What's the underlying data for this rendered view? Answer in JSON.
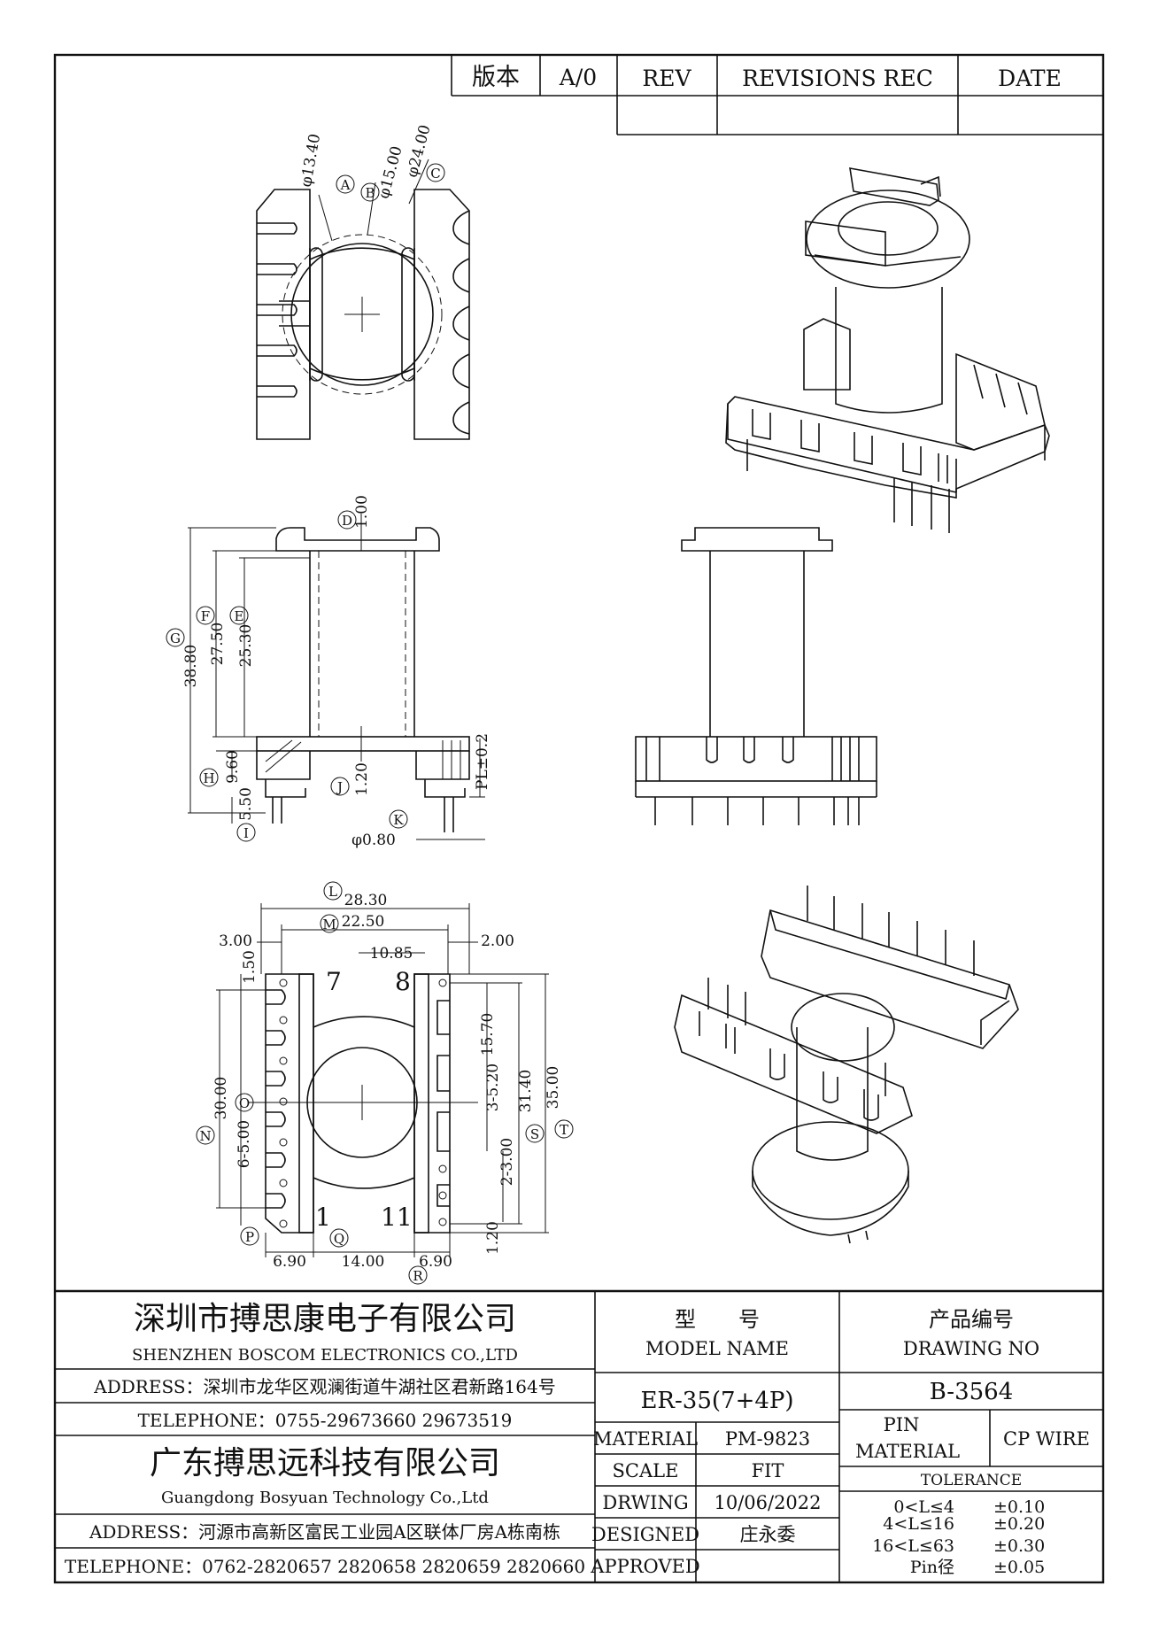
{
  "revision_block": {
    "version_label": "版本",
    "version_value": "A/0",
    "rev_header": "REV",
    "revisions_header": "REVISIONS REC",
    "date_header": "DATE"
  },
  "top_view": {
    "dims": [
      {
        "label": "A",
        "value": "φ13.40"
      },
      {
        "label": "B",
        "value": "φ15.00"
      },
      {
        "label": "C",
        "value": "φ24.00"
      }
    ]
  },
  "side_view": {
    "dims": [
      {
        "label": "D",
        "value": "1.00"
      },
      {
        "label": "E",
        "value": "25.30"
      },
      {
        "label": "F",
        "value": "27.50"
      },
      {
        "label": "G",
        "value": "38.80"
      },
      {
        "label": "H",
        "value": "9.60"
      },
      {
        "label": "I",
        "value": "5.50"
      },
      {
        "label": "J",
        "value": "1.20"
      },
      {
        "label": "K",
        "value": "φ0.80"
      }
    ],
    "pl_note": "PL±0.2"
  },
  "bottom_view": {
    "dims": [
      {
        "label": "L",
        "value": "28.30"
      },
      {
        "label": "M",
        "value": "22.50"
      },
      {
        "label": "N",
        "value": "30.00"
      },
      {
        "label": "O",
        "value": "6-5.00"
      },
      {
        "label": "P",
        "value": "6.90"
      },
      {
        "label": "Q",
        "value": "14.00"
      },
      {
        "label": "R",
        "value": "6.90"
      },
      {
        "label": "S",
        "value": "31.40"
      },
      {
        "label": "T",
        "value": "35.00"
      }
    ],
    "extra_dims": [
      "3.00",
      "1.50",
      "10.85",
      "2.00",
      "15.70",
      "3-5.20",
      "2-3.00",
      "1.20"
    ],
    "pin_numbers": [
      "7",
      "8",
      "1",
      "11"
    ]
  },
  "title_block": {
    "company1_cn": "深圳市搏思康电子有限公司",
    "company1_en": "SHENZHEN BOSCOM ELECTRONICS CO.,LTD",
    "address1": "ADDRESS：深圳市龙华区观澜街道牛湖社区君新路164号",
    "telephone1": "TELEPHONE：0755-29673660 29673519",
    "company2_cn": "广东搏思远科技有限公司",
    "company2_en": "Guangdong Bosyuan Technology Co.,Ltd",
    "address2": "ADDRESS：河源市高新区富民工业园A区联体厂房A栋南栋",
    "telephone2": "TELEPHONE：0762-2820657 2820658 2820659 2820660",
    "model_label_cn": "型　　号",
    "model_label_en": "MODEL NAME",
    "model_value": "ER-35(7+4P)",
    "drawing_label_cn": "产品编号",
    "drawing_label_en": "DRAWING NO",
    "drawing_value": "B-3564",
    "material_label": "MATERIAL",
    "material_value": "PM-9823",
    "scale_label": "SCALE",
    "scale_value": "FIT",
    "drawing_date_label": "DRWING",
    "drawing_date_value": "10/06/2022",
    "designed_label": "DESIGNED",
    "designed_value": "庄永委",
    "approved_label": "APPROVED",
    "approved_value": "",
    "pin_material_label1": "PIN",
    "pin_material_label2": "MATERIAL",
    "pin_material_value": "CP WIRE",
    "tolerance_label": "TOLERANCE",
    "tolerances": [
      {
        "range": "0<L≤4",
        "value": "±0.10"
      },
      {
        "range": "4<L≤16",
        "value": "±0.20"
      },
      {
        "range": "16<L≤63",
        "value": "±0.30"
      },
      {
        "range": "Pin径",
        "value": "±0.05"
      }
    ]
  }
}
